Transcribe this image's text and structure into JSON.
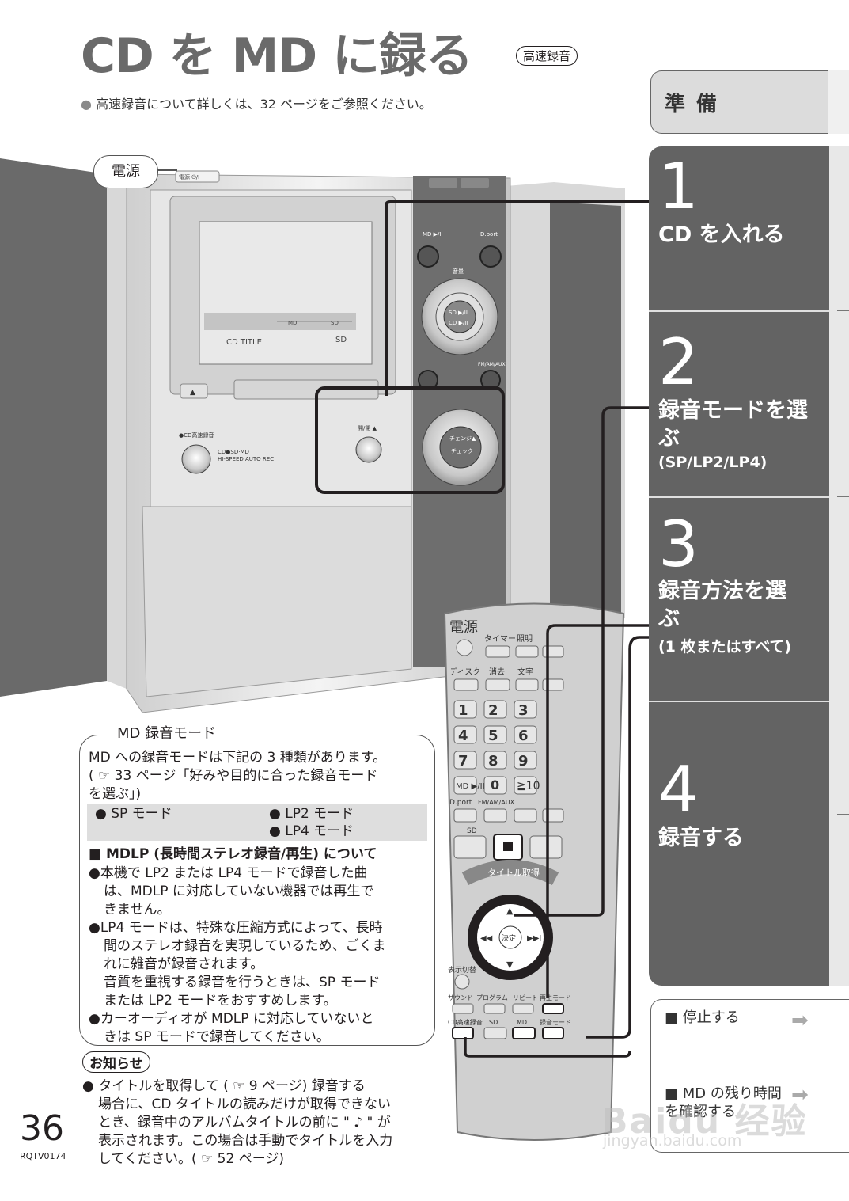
{
  "header": {
    "title": "CD を MD に録る",
    "badge": "高速録音",
    "intro": "高速録音について詳しくは、32 ページをご参照ください。"
  },
  "device": {
    "power_callout": "電源",
    "power_button": "電源 ⏻/I",
    "display_label_md": "MD",
    "display_label_sd": "SD",
    "display_title": "CD TITLE",
    "display_sd": "SD",
    "btn_md_play": "MD ▶/II",
    "btn_dport": "D.port",
    "volume_label": "音量",
    "btn_sd_play": "SD ▶/II",
    "btn_cd_play": "CD ▶/II",
    "btn_fm": "FM/AM/AUX",
    "open_close": "開/閉 ▲",
    "cd_hs_label": "●CD高速録音",
    "cd_hs_desc1": "CD●SD·MD",
    "cd_hs_desc2": "HI-SPEED AUTO REC",
    "btn_change": "チェンジ▲",
    "btn_check": "チェック"
  },
  "remote": {
    "power": "電源",
    "timer": "タイマー",
    "light": "照明",
    "disc": "ディスク",
    "erase": "消去",
    "text": "文字",
    "dport": "D.port",
    "fm": "FM/AM/AUX",
    "sd": "SD",
    "title_get": "タイトル取得",
    "enter": "決定",
    "display_switch": "表示切替",
    "sound": "サウンド",
    "program": "プログラム",
    "repeat": "リピート",
    "play_mode": "再生モード",
    "cd_hs": "CD高速録音",
    "rec_sd": "SD",
    "rec_md": "MD",
    "rec_mode": "録音モード",
    "keys": [
      "1",
      "2",
      "3",
      "4",
      "5",
      "6",
      "7",
      "8",
      "9",
      "MD ▶/II",
      "0",
      "≧10"
    ]
  },
  "sidebar": {
    "prep": "準備",
    "steps": [
      {
        "num": "1",
        "title": "CD を入れる",
        "sub": ""
      },
      {
        "num": "2",
        "title": "録音モードを選ぶ",
        "sub": "(SP/LP2/LP4)"
      },
      {
        "num": "3",
        "title": "録音方法を選ぶ",
        "sub": "(1 枚またはすべて)"
      },
      {
        "num": "4",
        "title": "録音する",
        "sub": ""
      }
    ],
    "tips": [
      {
        "label": "停止する"
      },
      {
        "label": "MD の残り時間を確認する"
      }
    ]
  },
  "md_box": {
    "heading": "MD 録音モード",
    "line1": "MD への録音モードは下記の 3 種類があります。",
    "line2": "( ☞ 33 ページ「好みや目的に合った録音モード",
    "line3": "を選ぶ」)",
    "mode_sp": "● SP モード",
    "mode_lp2": "● LP2 モード",
    "mode_lp4": "● LP4 モード",
    "mdlp_head": "■ MDLP (長時間ステレオ録音/再生) について",
    "bullets": [
      "●本機で LP2 または LP4 モードで録音した曲",
      "は、MDLP に対応していない機器では再生で",
      "きません。",
      "●LP4 モードは、特殊な圧縮方式によって、長時",
      "間のステレオ録音を実現しているため、ごくま",
      "れに雑音が録音されます。",
      "音質を重視する録音を行うときは、SP モード",
      "または LP2 モードをおすすめします。",
      "●カーオーディオが MDLP に対応していないと",
      "きは SP モードで録音してください。"
    ]
  },
  "notice": {
    "label": "お知らせ",
    "lines": [
      "● タイトルを取得して ( ☞ 9 ページ) 録音する",
      "場合に、CD タイトルの読みだけが取得できない",
      "とき、録音中のアルバムタイトルの前に \" ♪ \" が",
      "表示されます。この場合は手動でタイトルを入力",
      "してください。( ☞ 52 ページ)"
    ]
  },
  "footer": {
    "page_number": "36",
    "code": "RQTV0174"
  },
  "watermark": {
    "brand": "Baidu 经验",
    "url": "jingyan.baidu.com"
  }
}
